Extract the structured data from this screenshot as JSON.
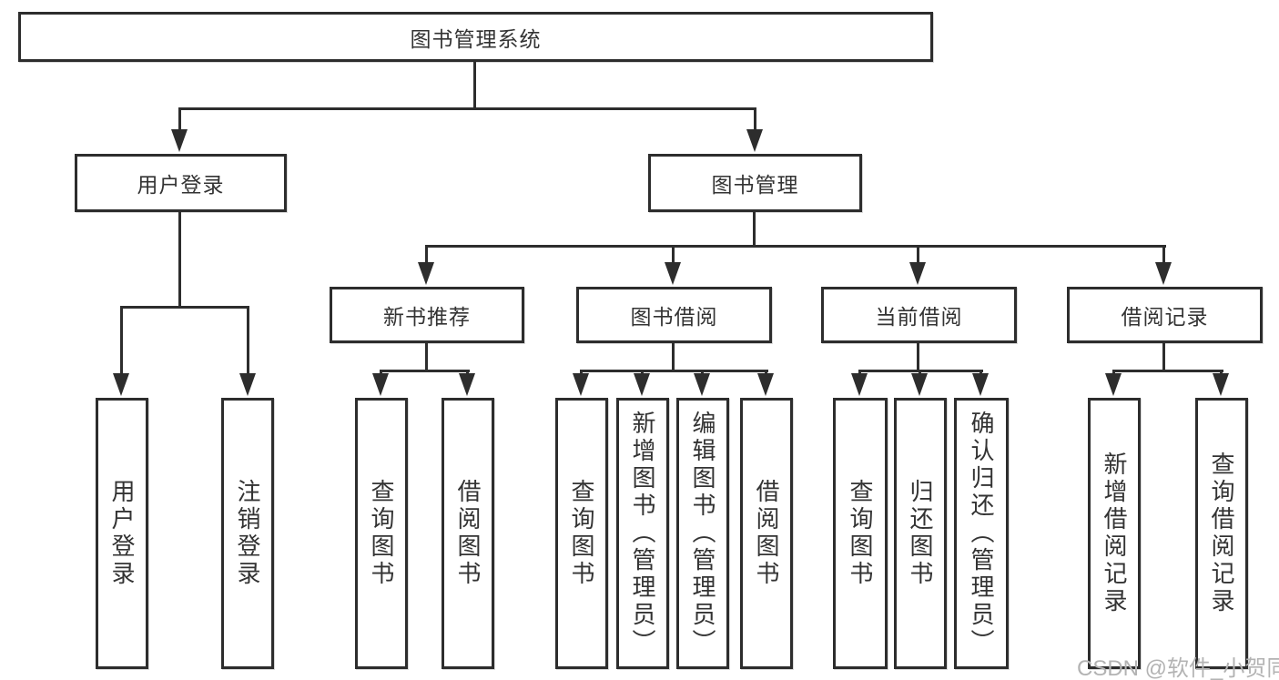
{
  "diagram": {
    "title": "图书管理系统",
    "root": {
      "label": "图书管理系统"
    },
    "branches": [
      {
        "label": "用户登录",
        "children": [
          {
            "label": "用户登录"
          },
          {
            "label": "注销登录"
          }
        ]
      },
      {
        "label": "图书管理",
        "children": [
          {
            "label": "新书推荐",
            "children": [
              {
                "label": "查询图书"
              },
              {
                "label": "借阅图书"
              }
            ]
          },
          {
            "label": "图书借阅",
            "children": [
              {
                "label": "查询图书"
              },
              {
                "label": "新增图书（管理员）"
              },
              {
                "label": "编辑图书（管理员）"
              },
              {
                "label": "借阅图书"
              }
            ]
          },
          {
            "label": "当前借阅",
            "children": [
              {
                "label": "查询图书"
              },
              {
                "label": "归还图书"
              },
              {
                "label": "确认归还（管理员）"
              }
            ]
          },
          {
            "label": "借阅记录",
            "children": [
              {
                "label": "新增借阅记录"
              },
              {
                "label": "查询借阅记录"
              }
            ]
          }
        ]
      }
    ]
  },
  "watermark": {
    "text": "CSDN @软件_小贺同学",
    "color": "#b3b3b3"
  },
  "colors": {
    "line": "#2d2d2d",
    "text": "#333333",
    "background": "#ffffff"
  }
}
